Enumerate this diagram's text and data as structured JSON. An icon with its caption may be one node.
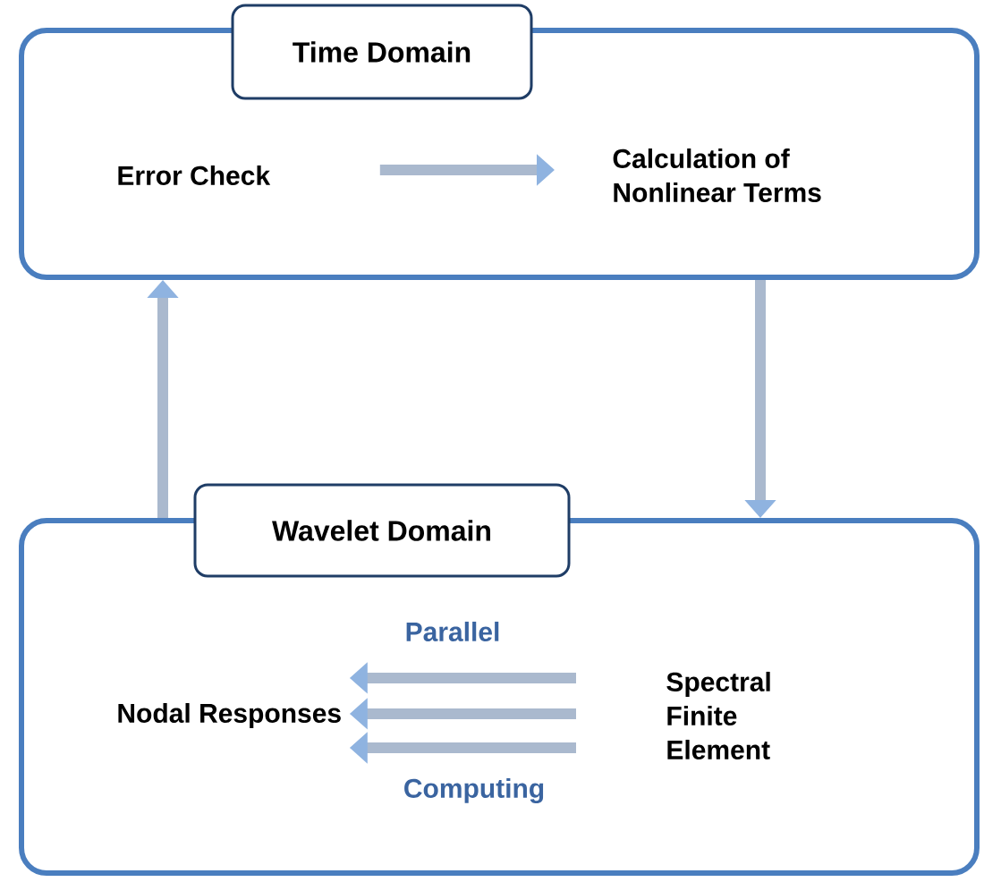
{
  "diagram": {
    "nodes": [
      {
        "text": [
          "Time Domain"
        ]
      },
      {
        "text": [
          "Error Check"
        ],
        "in": 0
      },
      {
        "text": [
          "Calculation of Nonlinear Terms"
        ],
        "in": 0
      },
      {
        "text": [
          "Wavelet Domain"
        ]
      },
      {
        "text": [
          "Nodal Responses"
        ],
        "in": 3
      },
      {
        "text": [
          "Spectral Finite Element"
        ],
        "in": 3
      }
    ],
    "edges": [
      {
        "from": 1,
        "to": 2,
        "arrow": "to"
      },
      {
        "from": 0,
        "to": 3,
        "arrow": "to"
      },
      {
        "from": 3,
        "to": 0,
        "arrow": "to"
      },
      {
        "from": 5,
        "to": 4,
        "arrow": "to",
        "label": "Parallel"
      },
      {
        "from": 5,
        "to": 4,
        "arrow": "to"
      },
      {
        "from": 5,
        "to": 4,
        "arrow": "to",
        "label": "Computing"
      }
    ]
  }
}
